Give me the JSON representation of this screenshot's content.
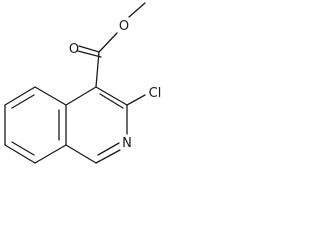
{
  "molecule": {
    "atoms": [
      {
        "id": "O_carbonyl",
        "label": "O"
      },
      {
        "id": "O_ester",
        "label": "O"
      },
      {
        "id": "Cl",
        "label": "Cl"
      },
      {
        "id": "N",
        "label": "N"
      }
    ]
  }
}
